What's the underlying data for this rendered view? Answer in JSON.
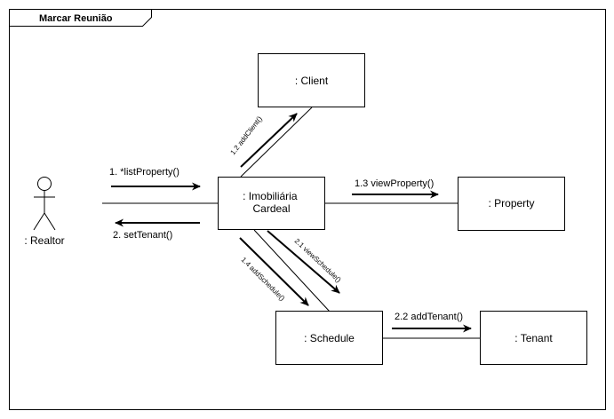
{
  "frame": {
    "title": "Marcar Reunião"
  },
  "actor": {
    "label": ": Realtor"
  },
  "objects": {
    "client": ": Client",
    "imobiliaria_line1": ": Imobiliária",
    "imobiliaria_line2": "Cardeal",
    "property": ": Property",
    "schedule": ": Schedule",
    "tenant": ": Tenant"
  },
  "messages": {
    "list_property": "1. *listProperty()",
    "set_tenant": "2. setTenant()",
    "add_client": "1.2 addClient()",
    "view_property": "1.3  viewProperty()",
    "view_schedule": "2.1 viewSchedule()",
    "add_schedule": "1.4 addSchedule()",
    "add_tenant": "2.2  addTenant()"
  },
  "colors": {
    "stroke": "#000000",
    "background": "#ffffff"
  }
}
